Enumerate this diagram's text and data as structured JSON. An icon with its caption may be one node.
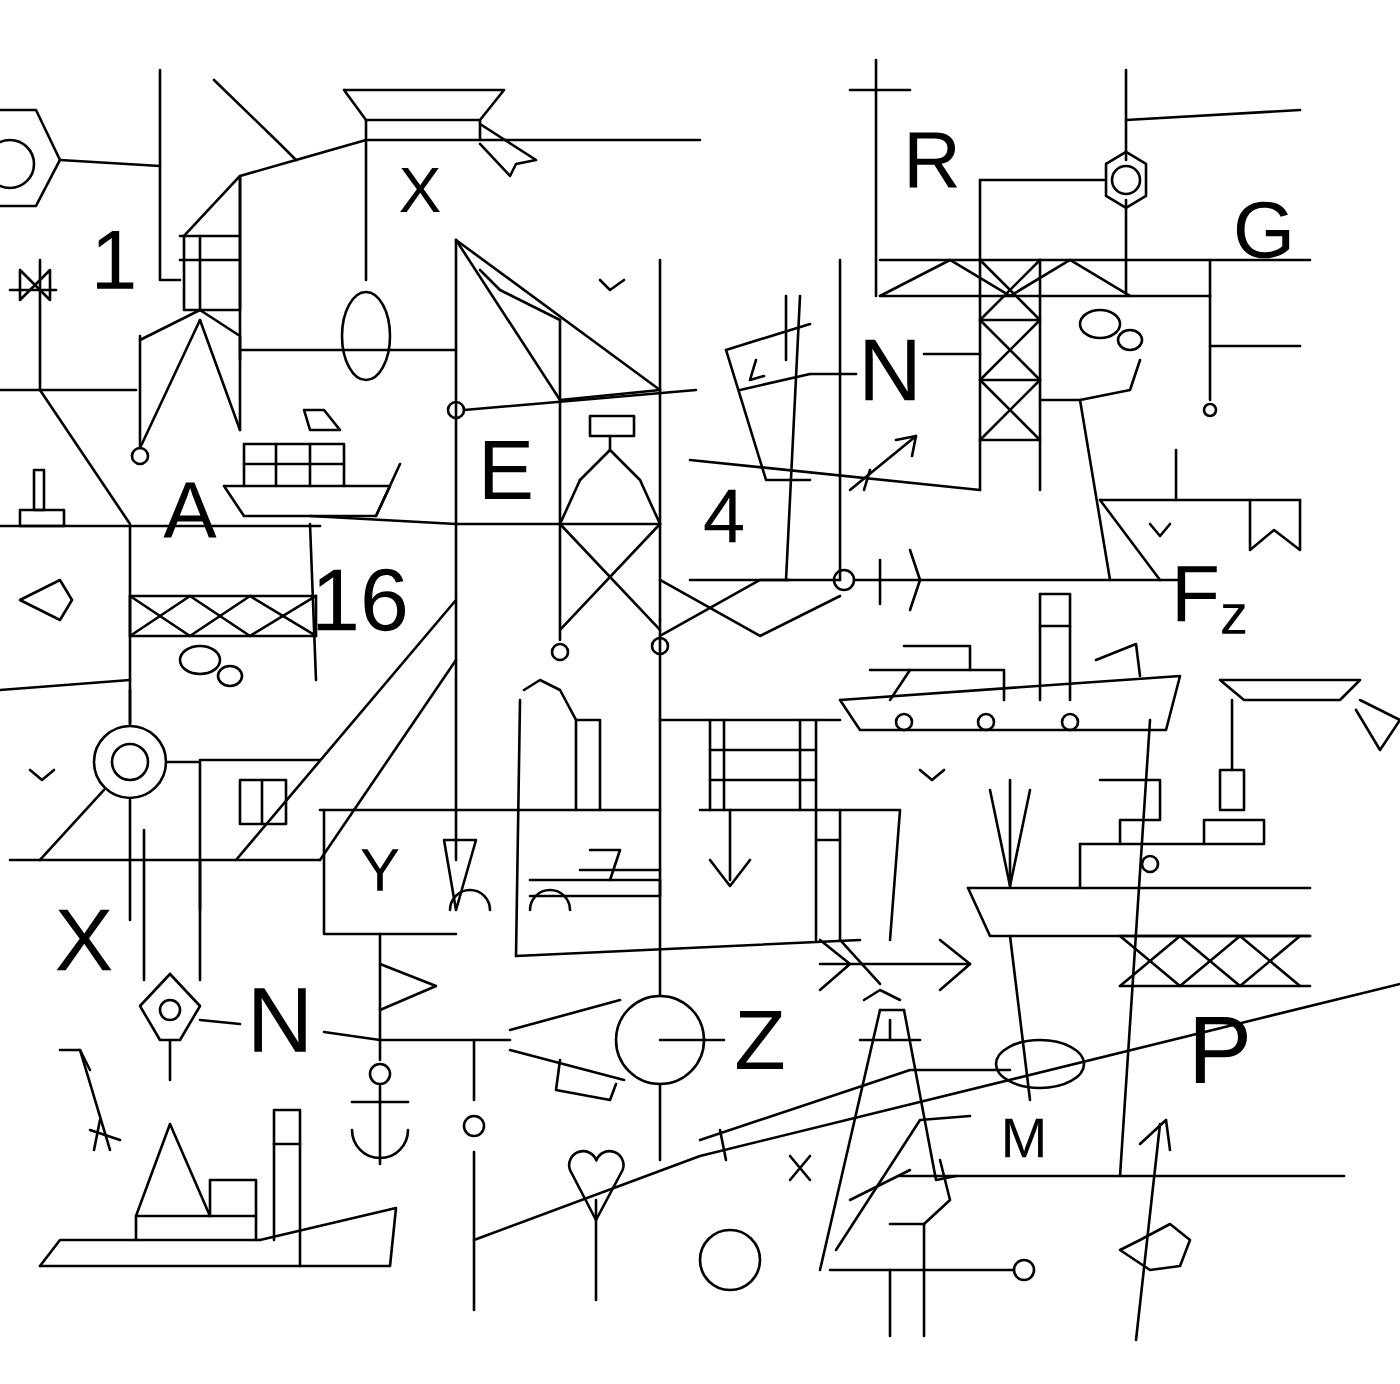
{
  "diagram": {
    "labels": [
      "X",
      "R",
      "1",
      "G",
      "N",
      "E",
      "A",
      "4",
      "16",
      "F$_{z}$",
      "Y",
      "X",
      "N",
      "Z",
      "P",
      "M"
    ]
  }
}
